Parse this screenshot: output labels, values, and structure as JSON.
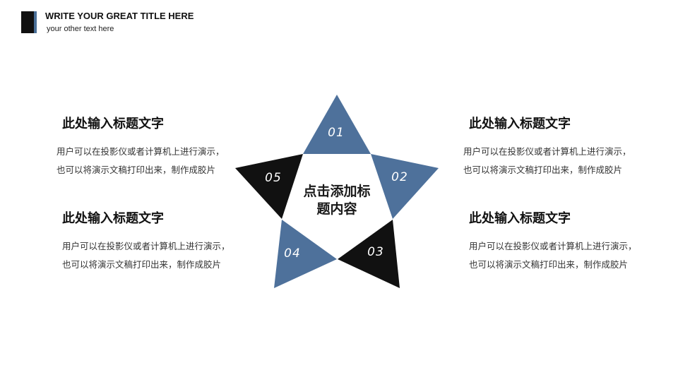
{
  "header": {
    "title": "WRITE YOUR GREAT TITLE HERE",
    "subtitle": "your other text here",
    "accent_dark": "#111111",
    "accent_blue": "#4a6f98"
  },
  "diagram": {
    "type": "five-point-star",
    "center_line1": "点击添加标",
    "center_line2": "题内容",
    "points": [
      {
        "label": "01",
        "color": "#4e719b"
      },
      {
        "label": "02",
        "color": "#4e719b"
      },
      {
        "label": "03",
        "color": "#111111"
      },
      {
        "label": "04",
        "color": "#4e719b"
      },
      {
        "label": "05",
        "color": "#111111"
      }
    ]
  },
  "blocks": [
    {
      "title": "此处输入标题文字",
      "line1": "用户可以在投影仪或者计算机上进行演示，",
      "line2": "也可以将演示文稿打印出来，制作成胶片"
    },
    {
      "title": "此处输入标题文字",
      "line1": "用户可以在投影仪或者计算机上进行演示，",
      "line2": "也可以将演示文稿打印出来，制作成胶片"
    },
    {
      "title": "此处输入标题文字",
      "line1": "用户可以在投影仪或者计算机上进行演示，",
      "line2": "也可以将演示文稿打印出来，制作成胶片"
    },
    {
      "title": "此处输入标题文字",
      "line1": "用户可以在投影仪或者计算机上进行演示，",
      "line2": "也可以将演示文稿打印出来，制作成胶片"
    }
  ]
}
